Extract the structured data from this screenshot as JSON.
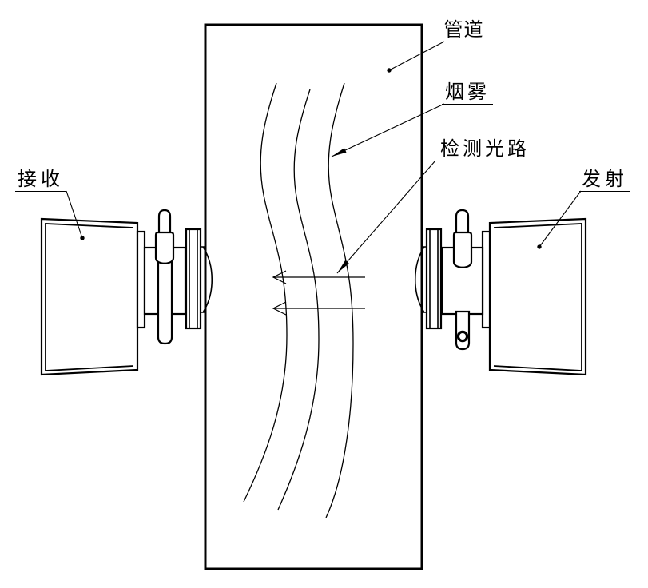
{
  "figure": {
    "type": "technical-line-drawing",
    "description_labels": {
      "pipe": "管道",
      "smoke": "烟雾",
      "detection_light_path": "检测光路",
      "receiver": "接收",
      "transmitter": "发射"
    },
    "colors": {
      "line": "#000000",
      "background": "#ffffff"
    }
  }
}
